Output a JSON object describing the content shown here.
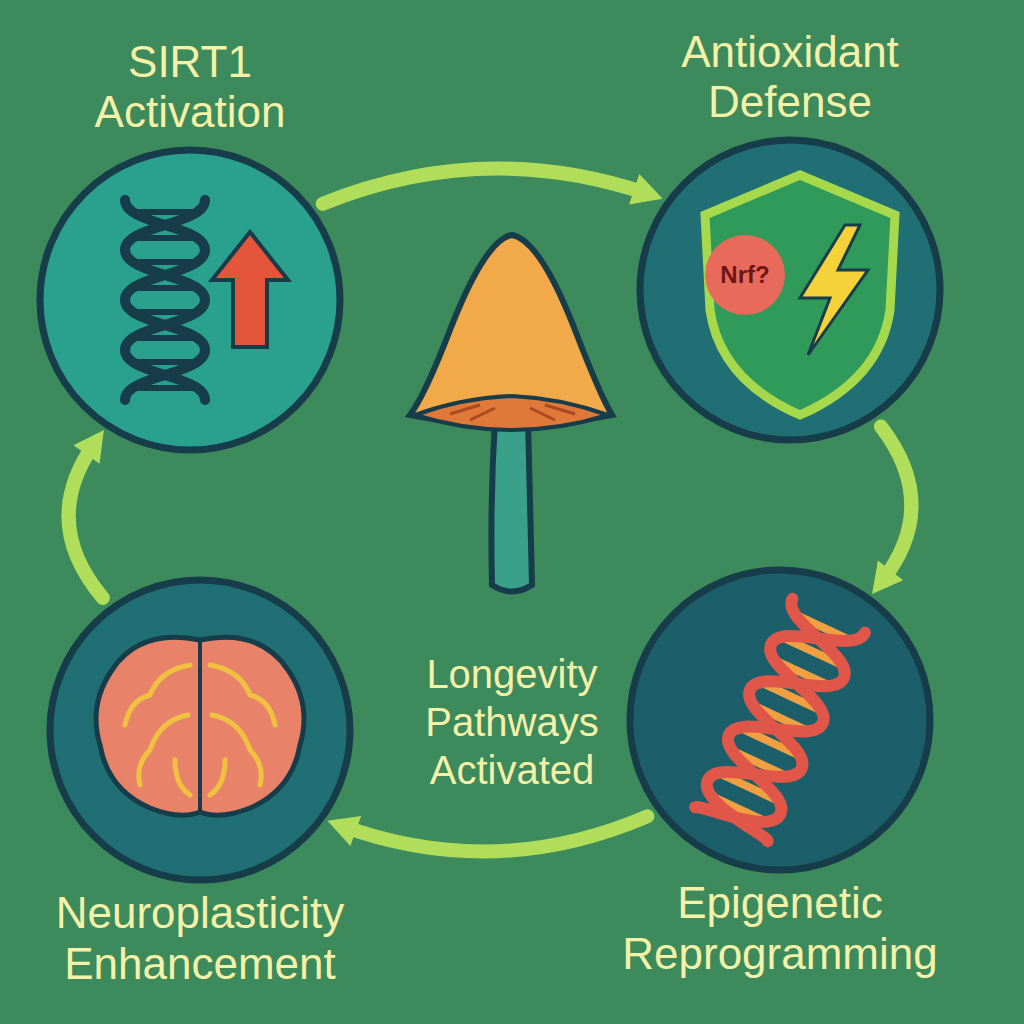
{
  "diagram": {
    "nodes": [
      {
        "text": [
          "SIRT1 Activation"
        ]
      },
      {
        "text": [
          "Antioxidant Defense",
          "Nrf?"
        ]
      },
      {
        "text": [
          "Neuroplasticity Enhancement"
        ]
      },
      {
        "text": [
          "Epigenetic Reprogramming"
        ]
      }
    ],
    "edges": [
      {
        "from": 0,
        "to": 1,
        "arrow": "to"
      },
      {
        "from": 1,
        "to": 3,
        "arrow": "to"
      },
      {
        "from": 3,
        "to": 2,
        "arrow": "to"
      },
      {
        "from": 2,
        "to": 0,
        "arrow": "to"
      }
    ],
    "labels": [
      "Longevity Pathways Activated"
    ]
  }
}
